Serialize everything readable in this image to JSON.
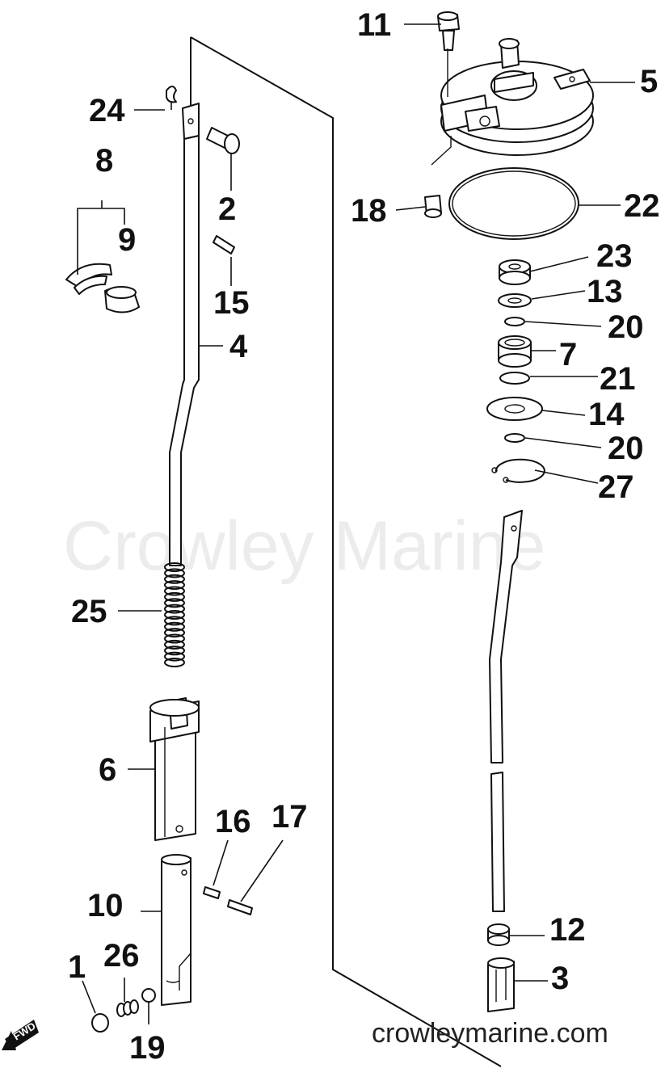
{
  "watermark": "Crowley Marine",
  "website": "crowleymarine.com",
  "fwd_label": "FWD",
  "parts": [
    {
      "number": "1"
    },
    {
      "number": "2"
    },
    {
      "number": "3"
    },
    {
      "number": "4"
    },
    {
      "number": "5"
    },
    {
      "number": "6"
    },
    {
      "number": "7"
    },
    {
      "number": "8"
    },
    {
      "number": "9"
    },
    {
      "number": "10"
    },
    {
      "number": "11"
    },
    {
      "number": "12"
    },
    {
      "number": "13"
    },
    {
      "number": "14"
    },
    {
      "number": "15"
    },
    {
      "number": "16"
    },
    {
      "number": "17"
    },
    {
      "number": "18"
    },
    {
      "number": "19"
    },
    {
      "number": "20"
    },
    {
      "number": "20"
    },
    {
      "number": "21"
    },
    {
      "number": "22"
    },
    {
      "number": "23"
    },
    {
      "number": "24"
    },
    {
      "number": "25"
    },
    {
      "number": "26"
    },
    {
      "number": "27"
    }
  ]
}
